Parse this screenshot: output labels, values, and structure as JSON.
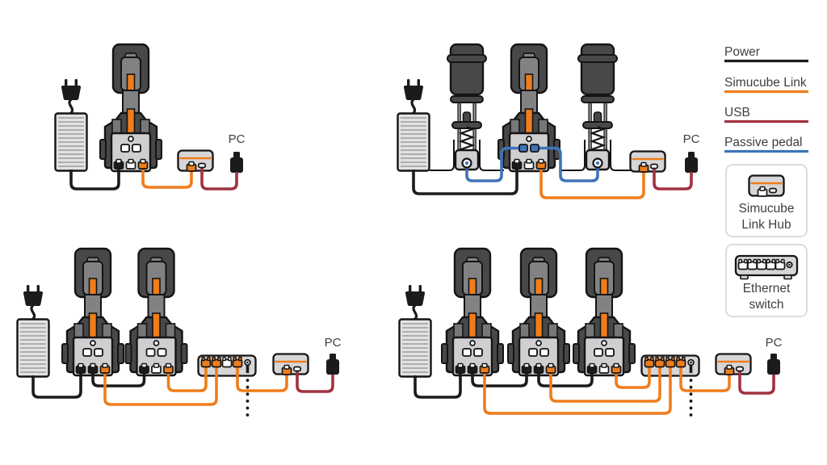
{
  "colors": {
    "power": "#1B1B1B",
    "simucube_link": "#EF7D1C",
    "usb": "#A23240",
    "passive_pedal": "#3E74B8",
    "outline": "#141414",
    "body_dark": "#48484A",
    "body_mid": "#828284",
    "body_light": "#CFCFD1",
    "device_fill": "#D6D6D8",
    "text": "#3F3F41"
  },
  "legend": {
    "entries": [
      {
        "label": "Power",
        "color": "#1B1B1B"
      },
      {
        "label": "Simucube Link",
        "color": "#EF7D1C"
      },
      {
        "label": "USB",
        "color": "#A23240"
      },
      {
        "label": "Passive pedal",
        "color": "#3E74B8"
      }
    ],
    "devices": [
      {
        "line1": "Simucube",
        "line2": "Link Hub",
        "icon": "simucube-link-hub-icon"
      },
      {
        "line1": "Ethernet",
        "line2": "switch",
        "icon": "ethernet-switch-icon"
      }
    ]
  },
  "diagrams": {
    "single_pedal": {
      "pc_label": "PC"
    },
    "passive_set": {
      "pc_label": "PC"
    },
    "two_pedal_switch": {
      "pc_label": "PC"
    },
    "three_pedal_switch": {
      "pc_label": "PC"
    }
  }
}
